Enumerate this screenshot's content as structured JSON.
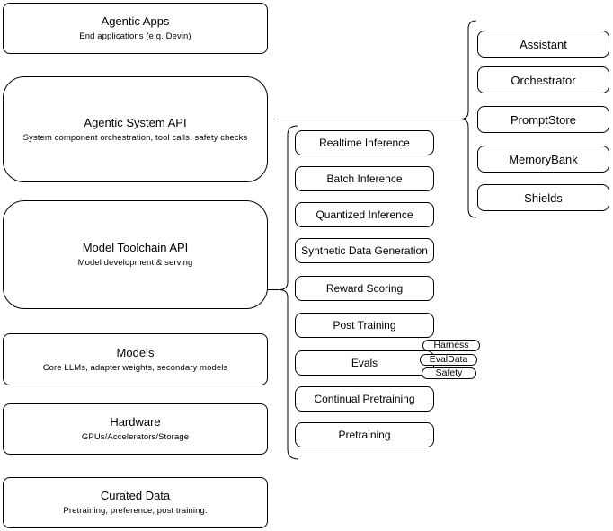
{
  "diagram": {
    "layers": {
      "agentic_apps": {
        "title": "Agentic Apps",
        "subtitle": "End applications (e.g. Devin)"
      },
      "agentic_system_api": {
        "title": "Agentic System API",
        "subtitle": "System component orchestration, tool calls, safety checks"
      },
      "model_toolchain_api": {
        "title": "Model Toolchain API",
        "subtitle": "Model development & serving"
      },
      "models": {
        "title": "Models",
        "subtitle": "Core LLMs, adapter weights, secondary models"
      },
      "hardware": {
        "title": "Hardware",
        "subtitle": "GPUs/Accelerators/Storage"
      },
      "curated_data": {
        "title": "Curated Data",
        "subtitle": "Pretraining, preference, post training."
      }
    },
    "toolchain_capabilities": [
      "Realtime Inference",
      "Batch Inference",
      "Quantized Inference",
      "Synthetic Data Generation",
      "Reward Scoring",
      "Post Training",
      "Evals",
      "Continual Pretraining",
      "Pretraining"
    ],
    "eval_tags": [
      "Harness",
      "EvalData",
      "Safety"
    ],
    "system_components": [
      "Assistant",
      "Orchestrator",
      "PromptStore",
      "MemoryBank",
      "Shields"
    ],
    "colors": {
      "stroke": "#000000",
      "fill": "#ffffff",
      "text": "#000000"
    }
  }
}
